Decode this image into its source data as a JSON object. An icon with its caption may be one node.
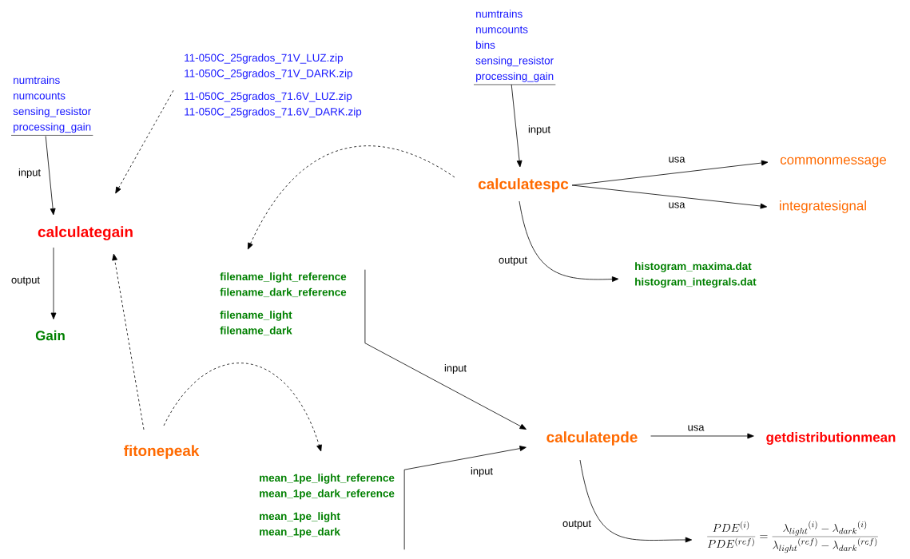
{
  "diagram": {
    "nodes": [
      {
        "text": [
          "numtrains",
          "numcounts",
          "sensing_resistor",
          "processing_gain"
        ]
      },
      {
        "text": [
          "calculategain"
        ]
      },
      {
        "text": [
          "Gain"
        ]
      },
      {
        "text": [
          "11-050C_25grados_71V_LUZ.zip",
          "11-050C_25grados_71V_DARK.zip",
          "11-050C_25grados_71.6V_LUZ.zip",
          "11-050C_25grados_71.6V_DARK.zip"
        ]
      },
      {
        "text": [
          "numtrains",
          "numcounts",
          "bins",
          "sensing_resistor",
          "processing_gain"
        ]
      },
      {
        "text": [
          "calculatespc"
        ]
      },
      {
        "text": [
          "commonmessage"
        ]
      },
      {
        "text": [
          "integratesignal"
        ]
      },
      {
        "text": [
          "histogram_maxima.dat",
          "histogram_integrals.dat"
        ]
      },
      {
        "text": [
          "filename_light_reference",
          "filename_dark_reference",
          "filename_light",
          "filename_dark"
        ]
      },
      {
        "text": [
          "fitonepeak"
        ]
      },
      {
        "text": [
          "mean_1pe_light_reference",
          "mean_1pe_dark_reference",
          "mean_1pe_light",
          "mean_1pe_dark"
        ]
      },
      {
        "text": [
          "calculatepde"
        ]
      },
      {
        "text": [
          "getdistributionmean"
        ]
      },
      {
        "text": [
          "\\frac{PDE^{(i)}}{PDE^{(ref)}}=\\frac{{\\lambda_{light}}^{(i)}-{\\lambda_{dark}}^{(i)}}{{\\lambda_{light}}^{(ref)}-{\\lambda_{dark}}^{(ref)}}"
        ]
      }
    ],
    "edges": [
      {
        "from": 0,
        "to": 1,
        "arrow": "to",
        "label": "input"
      },
      {
        "from": 1,
        "to": 2,
        "arrow": "to",
        "label": "output"
      },
      {
        "from": 3,
        "to": 1,
        "arrow": "to",
        "style": "dashed"
      },
      {
        "from": 10,
        "to": 1,
        "arrow": "to",
        "style": "dashed"
      },
      {
        "from": 5,
        "to": 9,
        "arrow": "to",
        "style": "dashed"
      },
      {
        "from": 5,
        "to": 6,
        "arrow": "to",
        "label": "usa"
      },
      {
        "from": 5,
        "to": 7,
        "arrow": "to",
        "label": "usa"
      },
      {
        "from": 4,
        "to": 5,
        "arrow": "to",
        "label": "input"
      },
      {
        "from": 5,
        "to": 8,
        "arrow": "to",
        "label": "output"
      },
      {
        "from": 9,
        "to": 12,
        "arrow": "to",
        "label": "input"
      },
      {
        "from": 11,
        "to": 12,
        "arrow": "to",
        "label": "input"
      },
      {
        "from": 10,
        "to": 11,
        "arrow": "to",
        "style": "dashed"
      },
      {
        "from": 12,
        "to": 13,
        "arrow": "to",
        "label": "usa"
      },
      {
        "from": 12,
        "to": 14,
        "arrow": "to",
        "label": "output"
      }
    ]
  }
}
